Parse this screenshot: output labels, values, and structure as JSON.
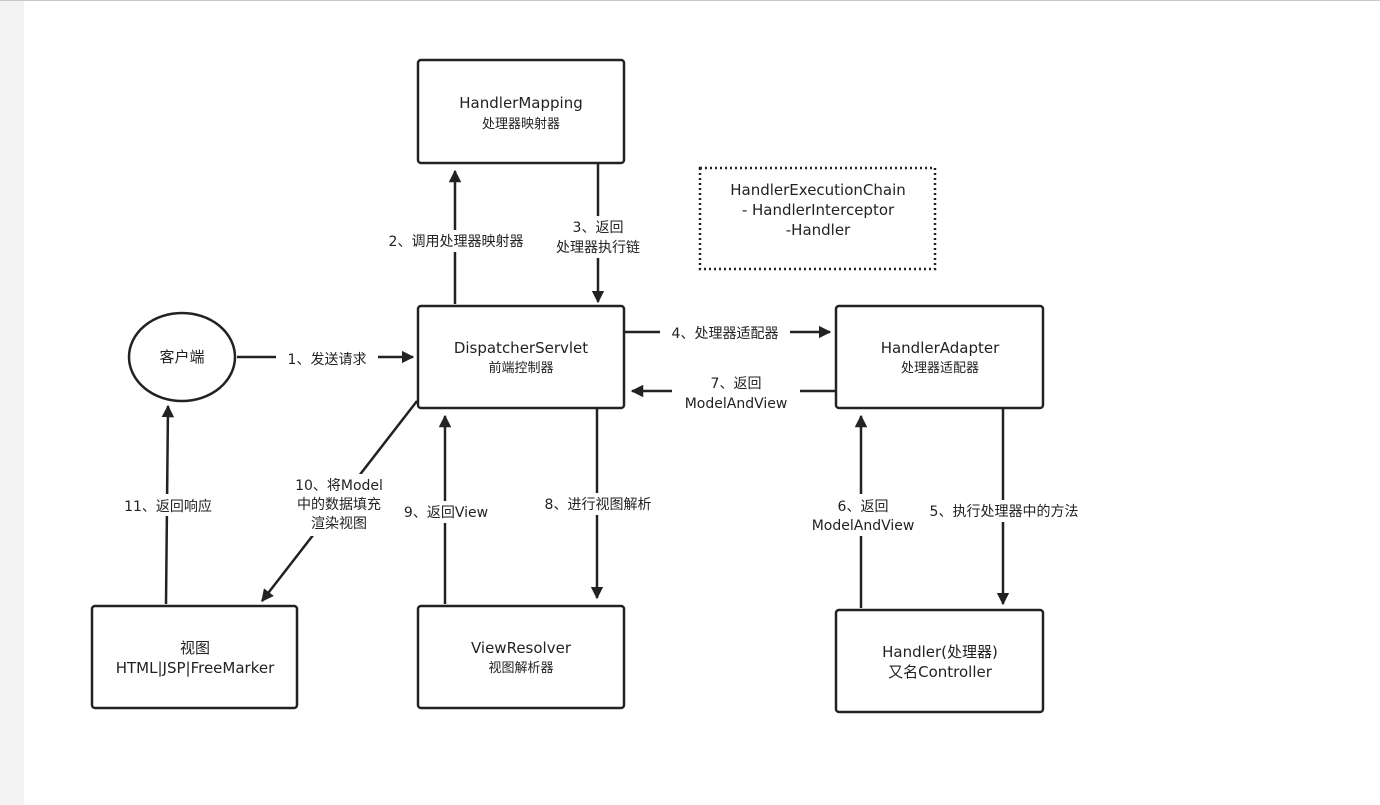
{
  "nodes": {
    "client": {
      "label": "客户端"
    },
    "handler_mapping": {
      "title": "HandlerMapping",
      "subtitle": "处理器映射器"
    },
    "execution_chain": {
      "line1": "HandlerExecutionChain",
      "line2": "- HandlerInterceptor",
      "line3": "-Handler"
    },
    "dispatcher": {
      "title": "DispatcherServlet",
      "subtitle": "前端控制器"
    },
    "handler_adapter": {
      "title": "HandlerAdapter",
      "subtitle": "处理器适配器"
    },
    "view": {
      "title": "视图",
      "subtitle": "HTML|JSP|FreeMarker"
    },
    "view_resolver": {
      "title": "ViewResolver",
      "subtitle": "视图解析器"
    },
    "handler": {
      "title": "Handler(处理器)",
      "subtitle": "又名Controller"
    }
  },
  "edges": {
    "e1": {
      "label": "1、发送请求"
    },
    "e2": {
      "label": "2、调用处理器映射器"
    },
    "e3": {
      "line1": "3、返回",
      "line2": "处理器执行链"
    },
    "e4": {
      "label": "4、处理器适配器"
    },
    "e5": {
      "label": "5、执行处理器中的方法"
    },
    "e6": {
      "line1": "6、返回",
      "line2": "ModelAndView"
    },
    "e7": {
      "line1": "7、返回",
      "line2": "ModelAndView"
    },
    "e8": {
      "label": "8、进行视图解析"
    },
    "e9": {
      "label": "9、返回View"
    },
    "e10": {
      "line1": "10、将Model",
      "line2": "中的数据填充",
      "line3": "渲染视图"
    },
    "e11": {
      "label": "11、返回响应"
    }
  }
}
